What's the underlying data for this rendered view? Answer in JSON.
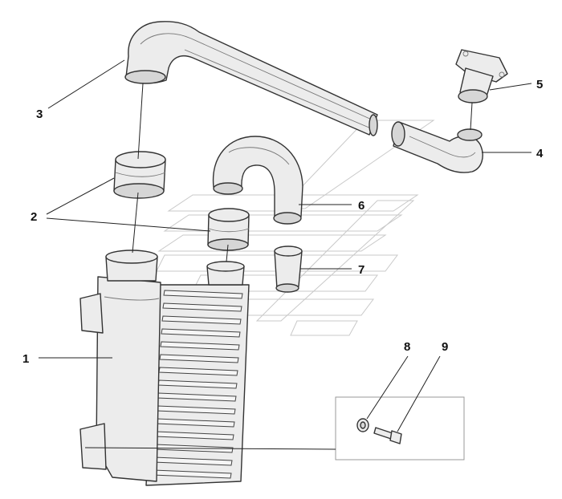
{
  "callouts": [
    {
      "number": "1",
      "part": "intercooler"
    },
    {
      "number": "2",
      "part": "coupling-sleeve"
    },
    {
      "number": "3",
      "part": "intake-air-pipe"
    },
    {
      "number": "4",
      "part": "hose"
    },
    {
      "number": "5",
      "part": "flange-pipe"
    },
    {
      "number": "6",
      "part": "bent-hose"
    },
    {
      "number": "7",
      "part": "short-hose"
    },
    {
      "number": "8",
      "part": "washer"
    },
    {
      "number": "9",
      "part": "bolt"
    }
  ]
}
